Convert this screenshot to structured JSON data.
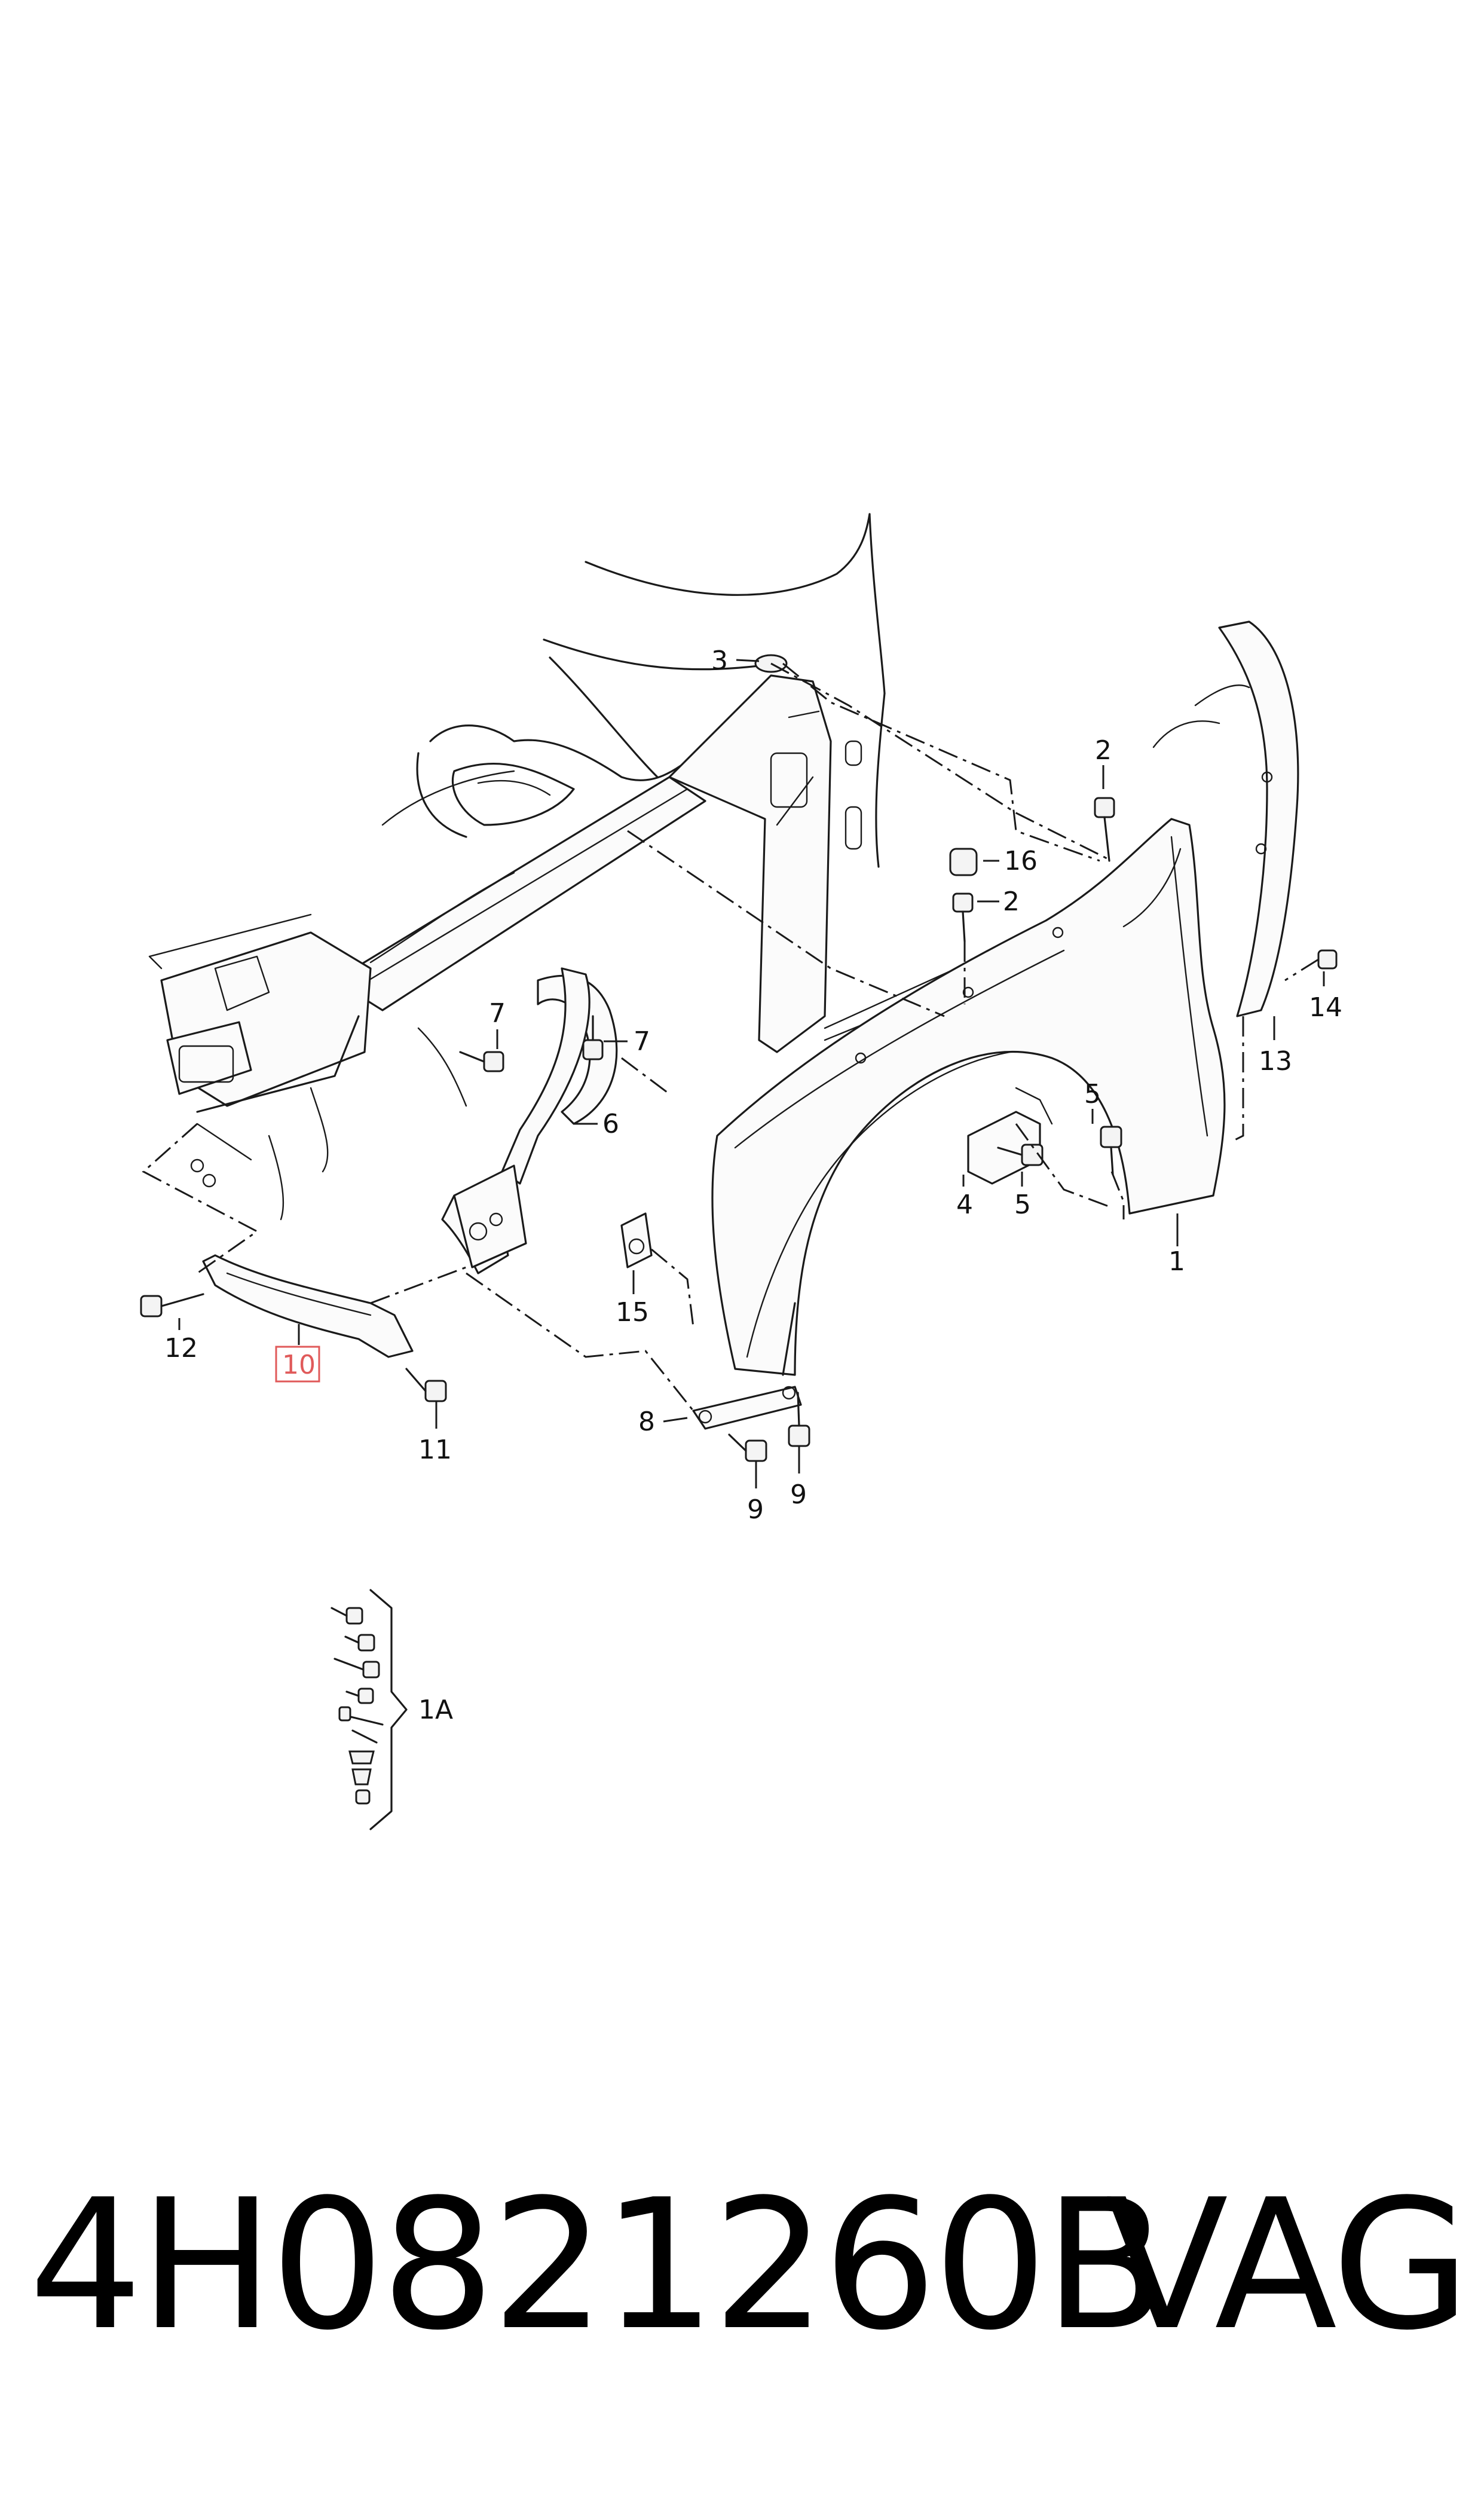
{
  "diagram": {
    "callouts": {
      "c1": "1",
      "c1a": "1A",
      "c2a": "2",
      "c2b": "2",
      "c3": "3",
      "c4": "4",
      "c5a": "5",
      "c5b": "5",
      "c6": "6",
      "c7a": "7",
      "c7b": "7",
      "c8": "8",
      "c9a": "9",
      "c9b": "9",
      "c10": "10",
      "c11": "11",
      "c12": "12",
      "c13": "13",
      "c14": "14",
      "c15": "15",
      "c16": "16"
    },
    "highlighted_callout": "10",
    "highlight_color": "#e05a5a"
  },
  "footer": {
    "part_number": "4H0821260B",
    "brand": "VAG"
  }
}
